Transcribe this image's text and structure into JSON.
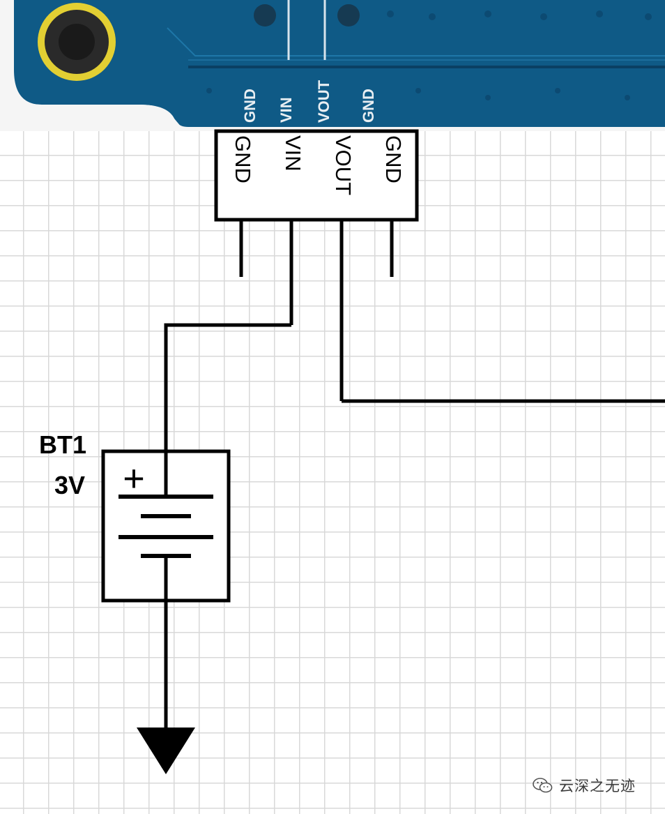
{
  "pcb_silkscreen": {
    "pins": [
      "GND",
      "VIN",
      "VOUT",
      "GND"
    ]
  },
  "module": {
    "pins": [
      "GND",
      "VIN",
      "VOUT",
      "GND"
    ]
  },
  "battery": {
    "designator": "BT1",
    "value": "3V",
    "plus_symbol": "+"
  },
  "ground_symbol": "ground-icon",
  "watermark": {
    "icon": "wechat-icon",
    "text": "云深之无迹"
  },
  "colors": {
    "pcb_blue": "#0f5a86",
    "pcb_dark": "#0a3f63",
    "mount_ring": "#e2cf33",
    "wire": "#000000",
    "grid": "#d8d8d8"
  }
}
